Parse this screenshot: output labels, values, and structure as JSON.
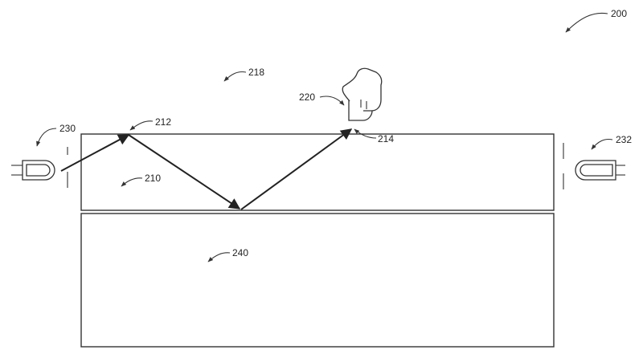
{
  "diagram": {
    "labels": {
      "figure": "200",
      "ambient": "218",
      "touch_object": "220",
      "waveguide": "210",
      "entry_point": "212",
      "touch_point": "214",
      "emitter": "230",
      "detector": "232",
      "display": "240"
    },
    "icons": {
      "touch_object": "pointing-hand-icon",
      "emitter": "led-emitter-icon",
      "detector": "photo-detector-icon"
    }
  }
}
